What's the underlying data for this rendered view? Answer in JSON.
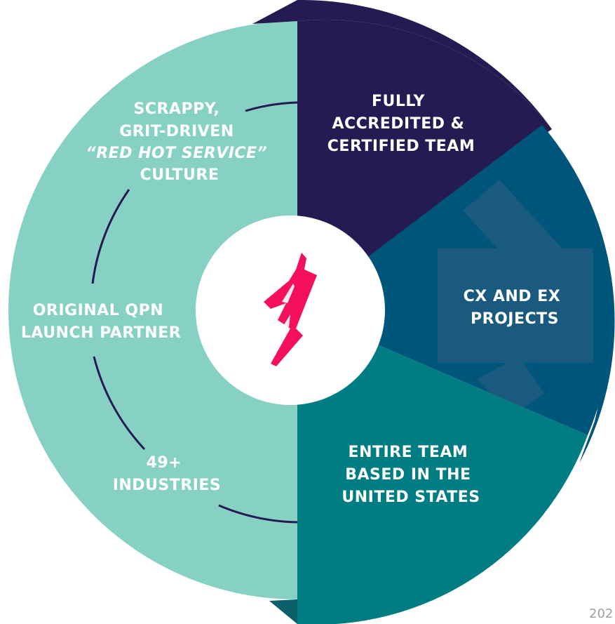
{
  "colors": {
    "teal_light": "#87d1c4",
    "navy": "#241b52",
    "blue_dark": "#00557a",
    "teal": "#007d82",
    "pink": "#f5105f",
    "connector": "#241b52",
    "white": "#ffffff"
  },
  "segments": {
    "accredited": {
      "lines": [
        "FULLY",
        "ACCREDITED &",
        "CERTIFIED TEAM"
      ]
    },
    "cx_ex": {
      "lines": [
        "CX AND EX",
        "PROJECTS"
      ]
    },
    "us_team": {
      "lines": [
        "ENTIRE TEAM",
        "BASED IN THE",
        "UNITED STATES"
      ]
    }
  },
  "left_items": {
    "culture": {
      "lines": [
        "SCRAPPY,",
        "GRIT-DRIVEN",
        "“RED HOT SERVICE”",
        "CULTURE"
      ]
    },
    "qpn": {
      "lines": [
        "ORIGINAL QPN",
        "LAUNCH PARTNER"
      ]
    },
    "industries": {
      "lines": [
        "49+",
        "INDUSTRIES"
      ]
    }
  },
  "center": {
    "icon": "lightning-bolt-icon"
  },
  "page_number": "202"
}
